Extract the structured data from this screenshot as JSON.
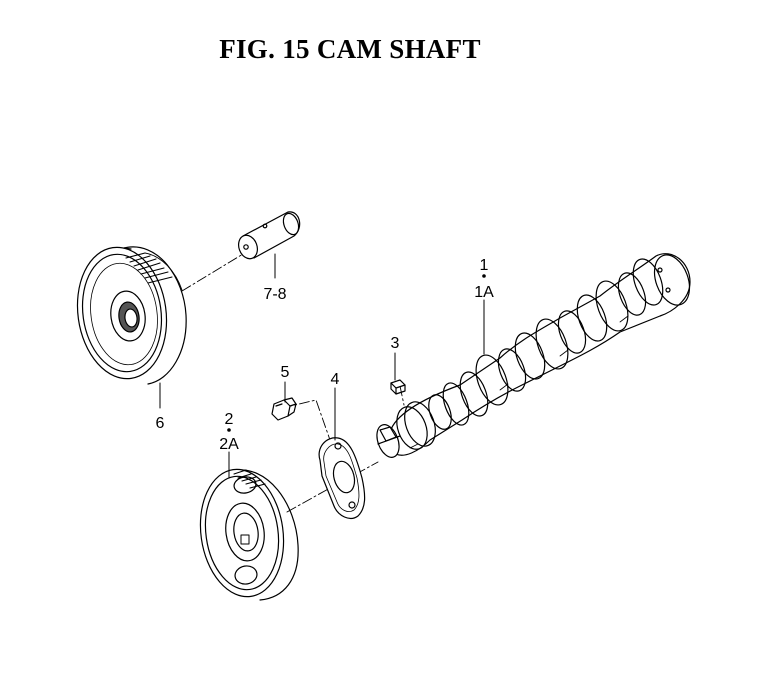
{
  "title": "FIG. 15  CAM SHAFT",
  "callouts": {
    "c1": "1",
    "c1a": "1A",
    "c2": "2",
    "c2a": "2A",
    "c3": "3",
    "c4": "4",
    "c5": "5",
    "c6": "6",
    "c78": "7-8"
  }
}
